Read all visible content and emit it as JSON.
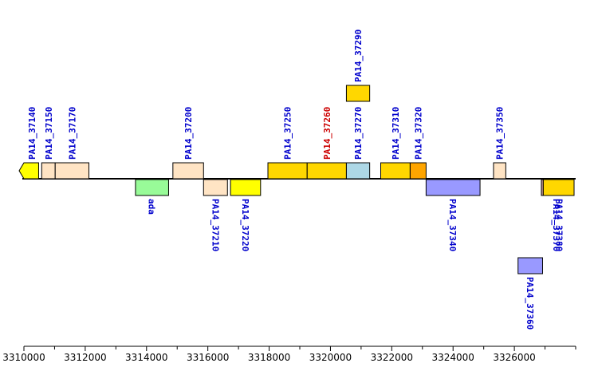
{
  "genome_map": {
    "axis": {
      "range": [
        3310000,
        3328000
      ],
      "major_ticks": [
        3310000,
        3312000,
        3314000,
        3316000,
        3318000,
        3320000,
        3322000,
        3324000,
        3326000
      ],
      "minor_step": 1000
    },
    "colors": {
      "backbone": "#000000",
      "label_default": "#0000cc",
      "label_highlight": "#cc0000"
    },
    "genes": [
      {
        "id": "PA14_37140",
        "start": 3310000,
        "end": 3310480,
        "strand": "+",
        "row": 0,
        "fill": "#ffff00",
        "arrow": "left",
        "highlight": false
      },
      {
        "id": "PA14_37150",
        "start": 3310580,
        "end": 3311020,
        "strand": "+",
        "row": 0,
        "fill": "#ffe4c4",
        "highlight": false
      },
      {
        "id": "PA14_37170",
        "start": 3311020,
        "end": 3312120,
        "strand": "+",
        "row": 0,
        "fill": "#ffe4c4",
        "highlight": false
      },
      {
        "id": "ada",
        "start": 3313640,
        "end": 3314720,
        "strand": "-",
        "row": 0,
        "fill": "#98fb98",
        "highlight": false
      },
      {
        "id": "PA14_37200",
        "start": 3314860,
        "end": 3315860,
        "strand": "+",
        "row": 0,
        "fill": "#ffe4c4",
        "highlight": false
      },
      {
        "id": "PA14_37210",
        "start": 3315860,
        "end": 3316640,
        "strand": "-",
        "row": 0,
        "fill": "#ffe4c4",
        "highlight": false
      },
      {
        "id": "PA14_37220",
        "start": 3316740,
        "end": 3317720,
        "strand": "-",
        "row": 0,
        "fill": "#ffff00",
        "highlight": false
      },
      {
        "id": "PA14_37250",
        "start": 3317960,
        "end": 3319240,
        "strand": "+",
        "row": 0,
        "fill": "#ffd700",
        "highlight": false
      },
      {
        "id": "PA14_37260",
        "start": 3319240,
        "end": 3320520,
        "strand": "+",
        "row": 0,
        "fill": "#ffd700",
        "highlight": true
      },
      {
        "id": "PA14_37270",
        "start": 3320520,
        "end": 3321280,
        "strand": "+",
        "row": 0,
        "fill": "#add8e6",
        "highlight": false
      },
      {
        "id": "PA14_37290",
        "start": 3320520,
        "end": 3321280,
        "strand": "+",
        "row": 1,
        "fill": "#ffd700",
        "highlight": false
      },
      {
        "id": "PA14_37310",
        "start": 3321640,
        "end": 3322600,
        "strand": "+",
        "row": 0,
        "fill": "#ffd700",
        "highlight": false
      },
      {
        "id": "PA14_37320",
        "start": 3322600,
        "end": 3323120,
        "strand": "+",
        "row": 0,
        "fill": "#ffa500",
        "highlight": false
      },
      {
        "id": "PA14_37340",
        "start": 3323120,
        "end": 3324880,
        "strand": "-",
        "row": 0,
        "fill": "#9999ff",
        "highlight": false
      },
      {
        "id": "PA14_37350",
        "start": 3325320,
        "end": 3325720,
        "strand": "+",
        "row": 0,
        "fill": "#ffe4c4",
        "highlight": false
      },
      {
        "id": "PA14_37360",
        "start": 3326120,
        "end": 3326920,
        "strand": "-",
        "row": 1,
        "fill": "#9999ff",
        "highlight": false
      },
      {
        "id": "PA14_37370",
        "start": 3326880,
        "end": 3327880,
        "strand": "-",
        "row": 0,
        "fill": "#bc8f8f",
        "highlight": false
      },
      {
        "id": "PA14_37380",
        "start": 3327880,
        "end": 3328000,
        "strand": "-",
        "row": 0,
        "fill": "#ffd700",
        "arrow": "right",
        "highlight": false
      }
    ]
  }
}
